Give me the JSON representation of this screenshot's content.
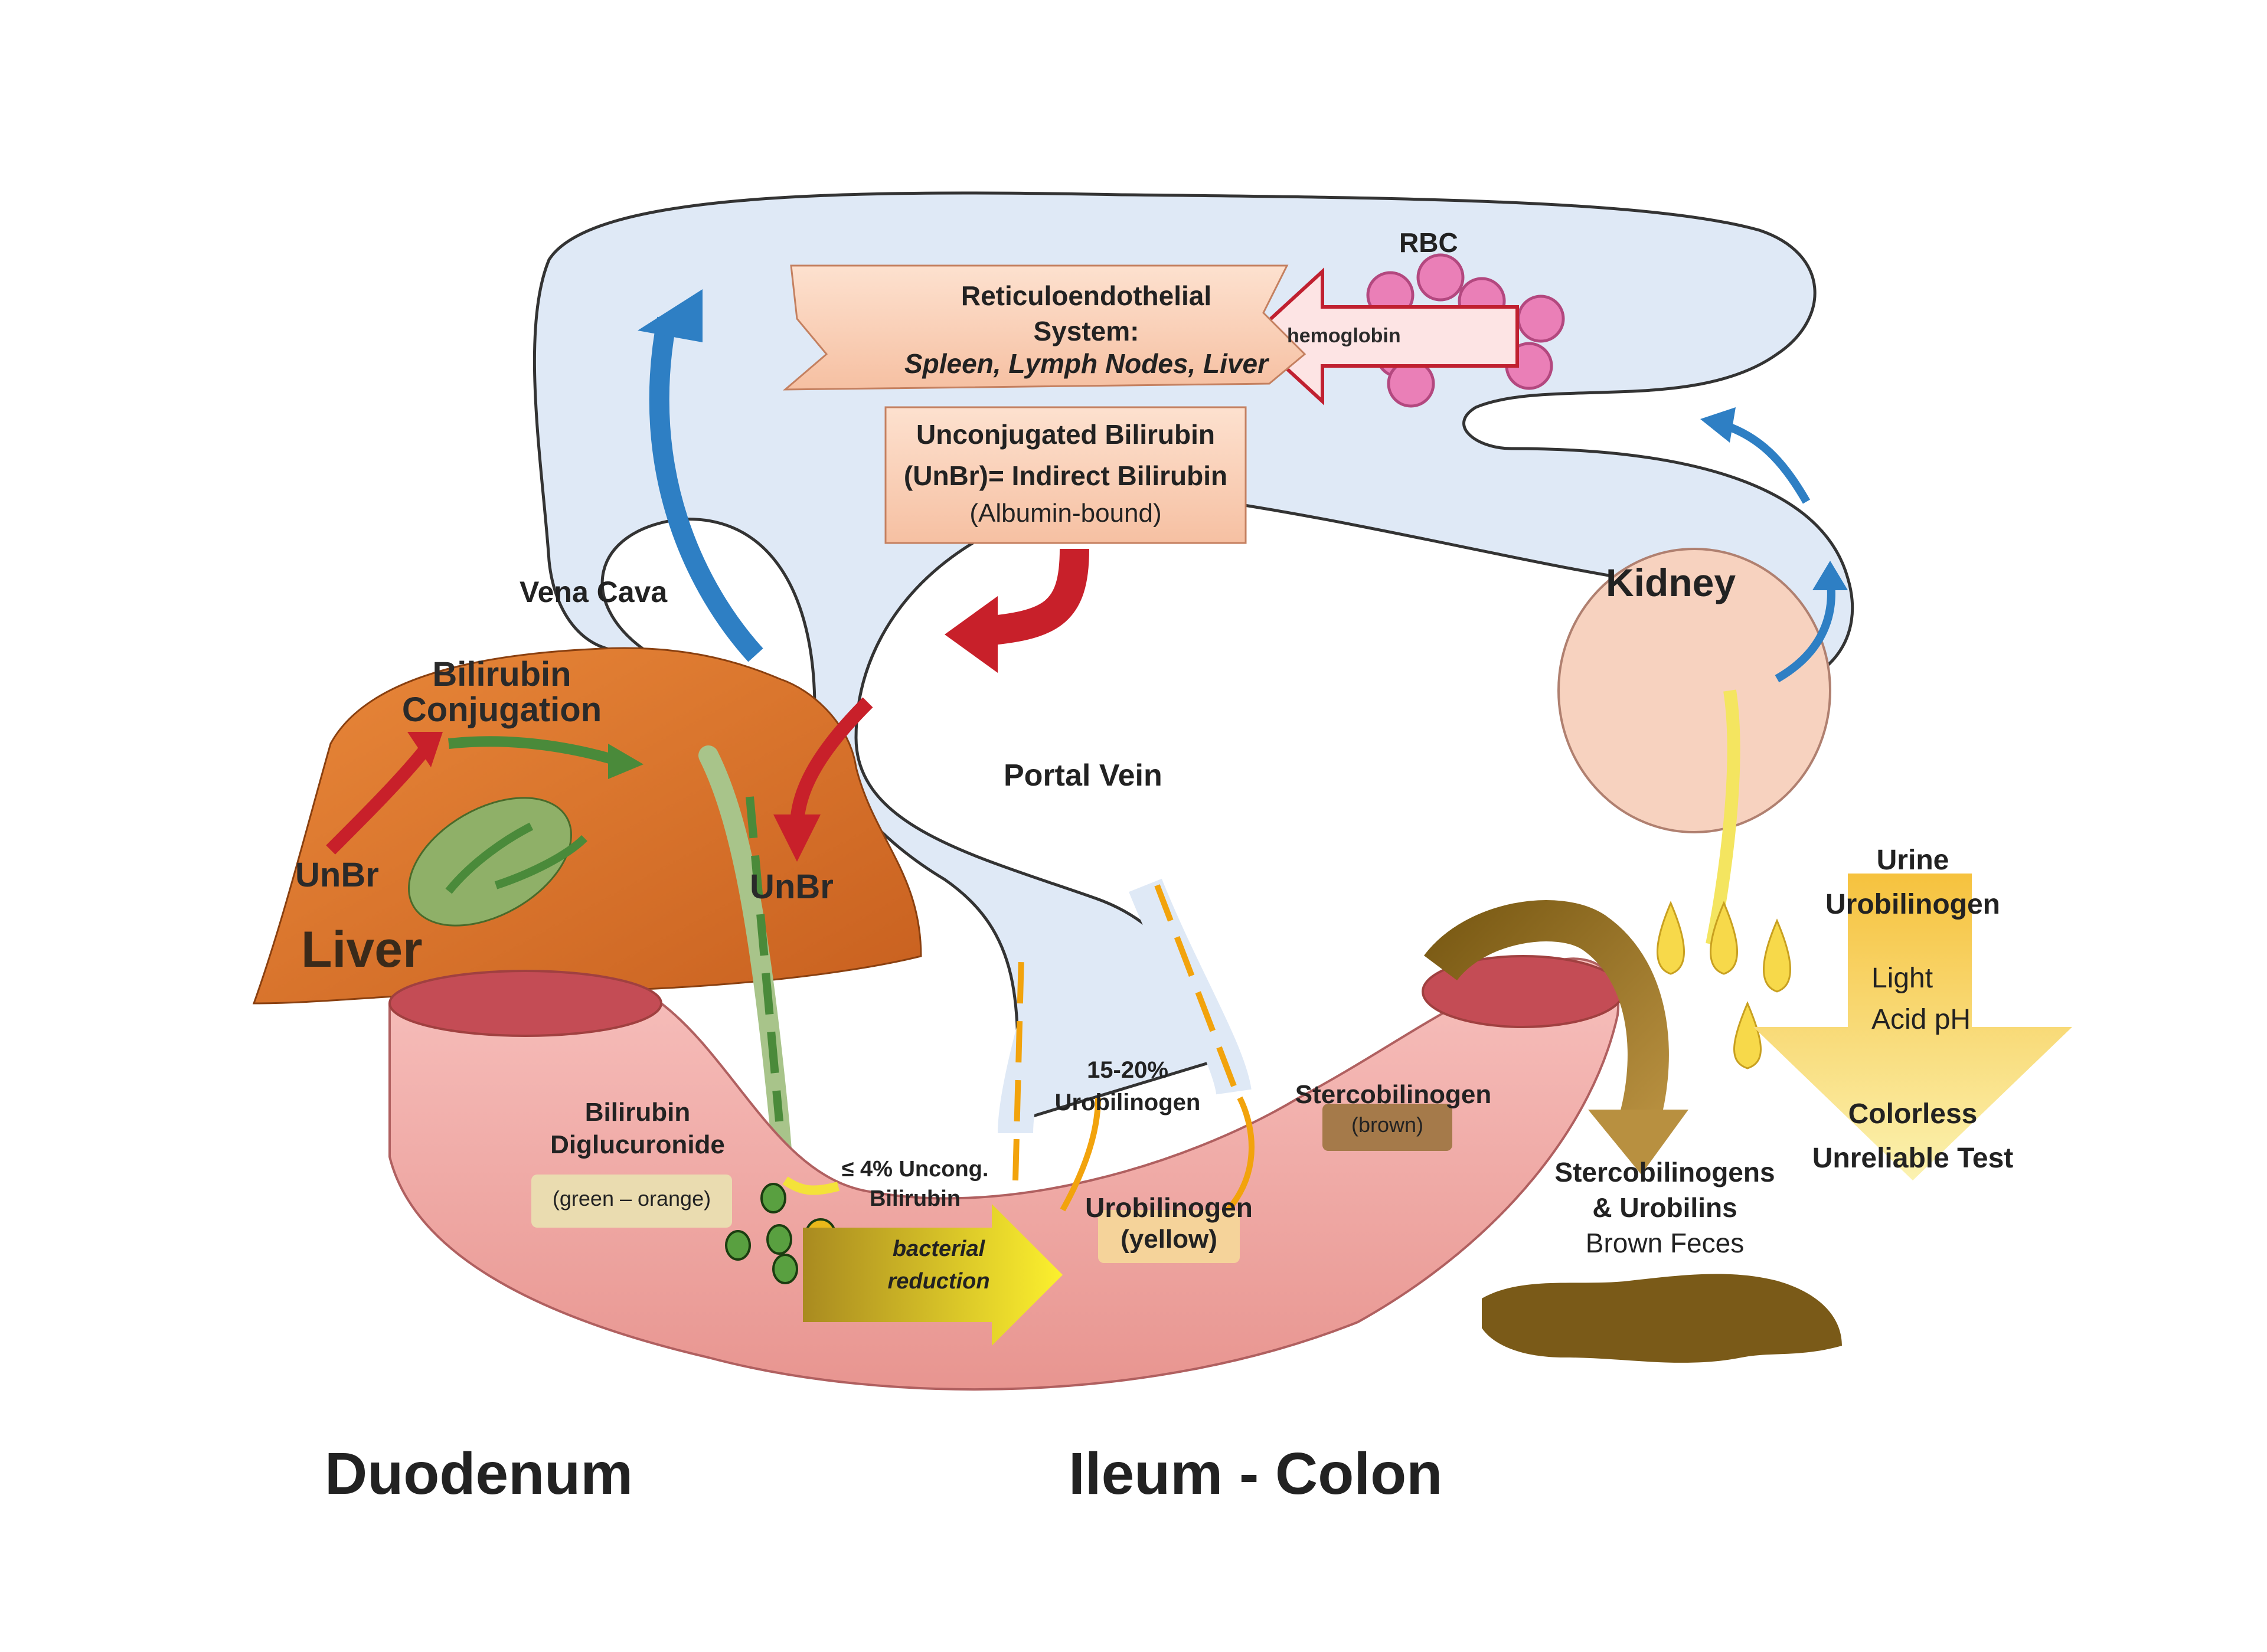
{
  "rbc": {
    "label": "RBC",
    "hemoglobin": "hemoglobin"
  },
  "res": {
    "line1": "Reticuloendothelial",
    "line2": "System:",
    "line3": "Spleen, Lymph Nodes, Liver"
  },
  "unconjugated": {
    "line1": "Unconjugated Bilirubin",
    "line2": "(UnBr)= Indirect Bilirubin",
    "line3": "(Albumin-bound)"
  },
  "vena_cava": "Vena Cava",
  "portal_vein": "Portal Vein",
  "kidney": "Kidney",
  "liver": {
    "conjugation_line1": "Bilirubin",
    "conjugation_line2": "Conjugation",
    "unbr_left": "UnBr",
    "unbr_right": "UnBr",
    "label": "Liver"
  },
  "intestine": {
    "diglucuronide_line1": "Bilirubin",
    "diglucuronide_line2": "Diglucuronide",
    "diglucuronide_color": "(green – orange)",
    "uncong_line1": "≤ 4% Uncong.",
    "uncong_line2": "Bilirubin",
    "bacterial_line1": "bacterial",
    "bacterial_line2": "reduction",
    "pct_line1": "15-20%",
    "pct_line2": "Urobilinogen",
    "urobilinogen_line1": "Urobilinogen",
    "urobilinogen_line2": "(yellow)",
    "stercobilinogen": "Stercobilinogen",
    "stercobilinogen_color": "(brown)"
  },
  "feces": {
    "line1": "Stercobilinogens",
    "line2": "& Urobilins",
    "line3": "Brown Feces"
  },
  "urine": {
    "line1": "Urine",
    "line2": "Urobilinogen",
    "light": "Light",
    "acid": "Acid pH",
    "colorless": "Colorless",
    "unreliable": "Unreliable Test"
  },
  "footer": {
    "duodenum": "Duodenum",
    "ileum_colon": "Ileum - Colon"
  },
  "colors": {
    "vessel": "#dde8f5",
    "liver": "#d9702b",
    "gallbladder": "#7fa05a",
    "intestine": "#f0a9a9",
    "red_arrow": "#c8202a",
    "blue_arrow": "#2e7fc4",
    "green_arrow": "#4a8a3a",
    "yellow": "#f7e23a",
    "feces": "#8a6a1e"
  }
}
